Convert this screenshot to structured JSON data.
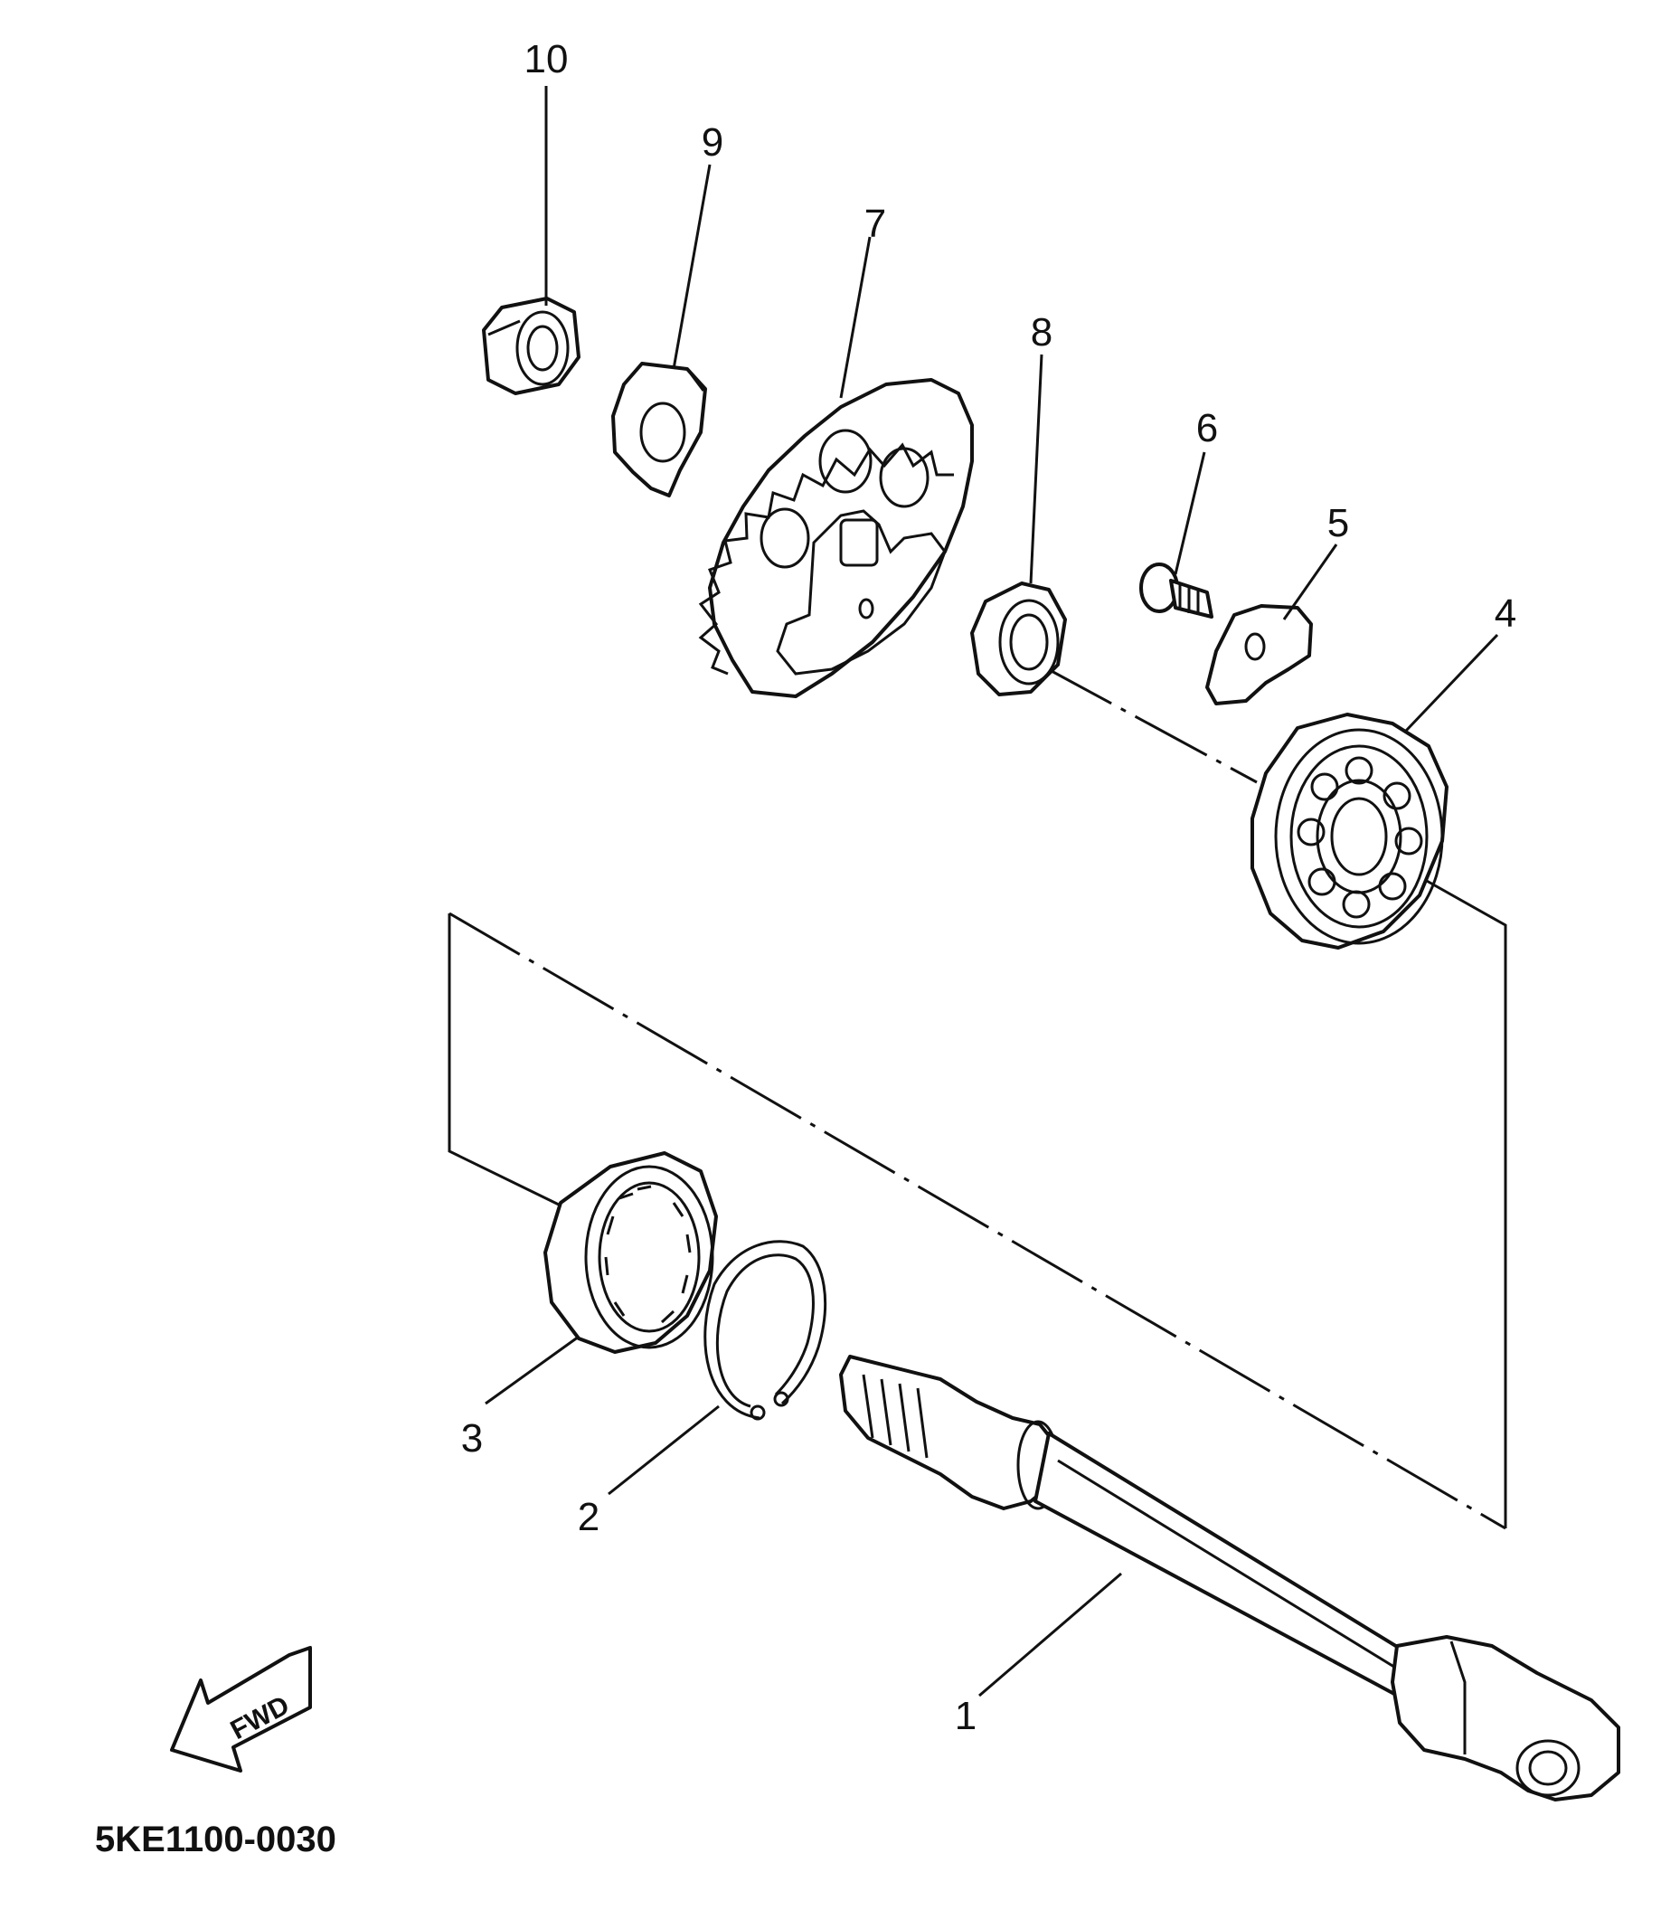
{
  "diagram": {
    "parts": [
      {
        "num": "1",
        "name": "kick-shaft"
      },
      {
        "num": "2",
        "name": "circlip"
      },
      {
        "num": "3",
        "name": "needle-bearing"
      },
      {
        "num": "4",
        "name": "ball-bearing"
      },
      {
        "num": "5",
        "name": "bearing-retainer-plate"
      },
      {
        "num": "6",
        "name": "screw"
      },
      {
        "num": "7",
        "name": "gear"
      },
      {
        "num": "8",
        "name": "collar"
      },
      {
        "num": "9",
        "name": "lock-washer"
      },
      {
        "num": "10",
        "name": "nut"
      }
    ],
    "direction_label": "FWD",
    "figure_code": "5KE1100-0030"
  }
}
